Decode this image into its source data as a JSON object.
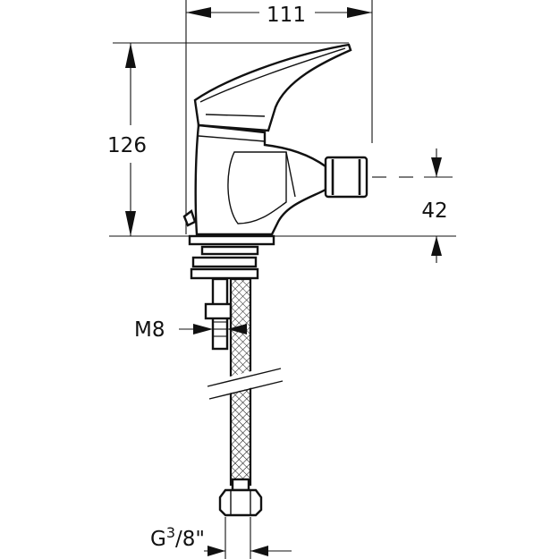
{
  "dimensions": {
    "width": "111",
    "height": "126",
    "spout_height": "42",
    "thread_bolt": "M8",
    "connection_prefix": "G",
    "connection_sup": "3",
    "connection_suffix": "/8\""
  }
}
